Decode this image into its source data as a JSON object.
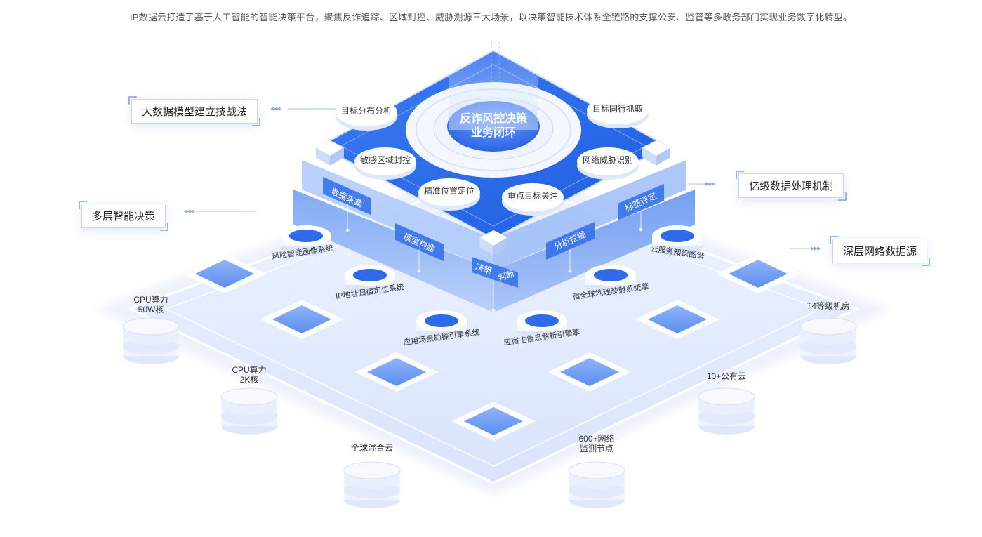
{
  "intro": "IP数据云打造了基于人工智能的智能决策平台，聚焦反诈追踪、区域封控、威胁溯源三大场景，以决策智能技术体系全链路的支撑公安、监管等多政务部门实现业务数字化转型。",
  "center": {
    "line1": "反诈风控决策",
    "line2": "业务闭环"
  },
  "callouts": {
    "model": "大数据模型建立技战法",
    "multi": "多层智能决策",
    "billion": "亿级数据处理机制",
    "deep": "深层网络数据源"
  },
  "top_pills": {
    "target_dist": "目标分布分析",
    "target_peer": "目标同行抓取",
    "sensitive": "敏感区域封控",
    "threat": "网络威胁识别",
    "precise": "精准位置定位",
    "focus": "重点目标关注"
  },
  "band_labels": {
    "collect": "数据采集",
    "model": "模型构建",
    "decide1": "决策",
    "decide2": "判断",
    "analyze": "分析挖掘",
    "evaluate": "标签评定"
  },
  "systems": {
    "risk": "风险智能画像系统",
    "cloud": "云服务知识图谱",
    "ip_home": "IP地址归宿定位系统",
    "geo": "宿全球地理映射系统擎",
    "app": "应用场景勘探引擎系统",
    "host": "应宿主信息解析引擎擎"
  },
  "servers": {
    "cpu50": "CPU算力\n50W核",
    "cpu2k": "CPU算力\n2K核",
    "global": "全球混合云",
    "nodes": "600+网络\n监测节点",
    "cloud10": "10+公有云",
    "t4": "T4等级机房"
  }
}
